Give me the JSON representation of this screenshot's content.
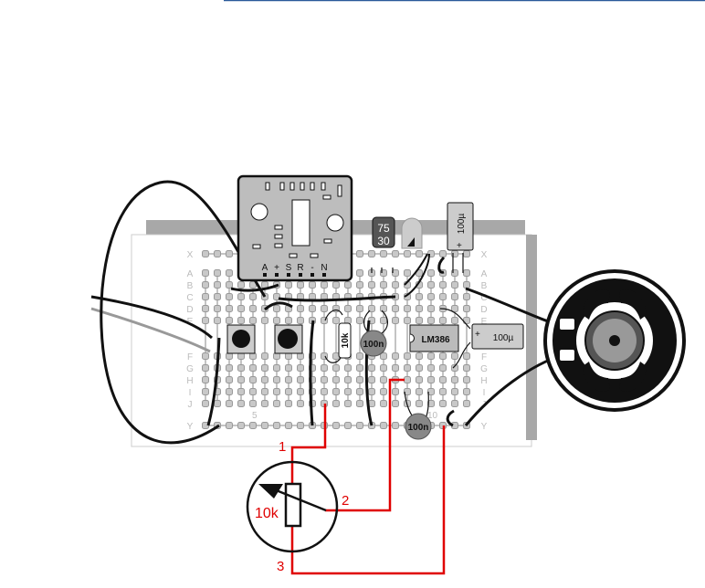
{
  "board": {
    "row_labels": [
      "X",
      "A",
      "B",
      "C",
      "D",
      "E",
      "F",
      "G",
      "H",
      "I",
      "J",
      "Y"
    ],
    "column_numbers": [
      "5",
      "10"
    ]
  },
  "module": {
    "pin_labels": [
      "A",
      "+",
      "S",
      "R",
      "-",
      "N"
    ]
  },
  "regulator": {
    "line1": "75",
    "line2": "30"
  },
  "cap_top": {
    "label": "100µ",
    "polarity": "+"
  },
  "cap_right": {
    "label": "100µ",
    "polarity": "+"
  },
  "resistor": {
    "label": "10k"
  },
  "ceramic_cap_1": {
    "label": "100n"
  },
  "ceramic_cap_2": {
    "label": "100n"
  },
  "amplifier_ic": {
    "label": "LM386"
  },
  "potentiometer": {
    "value": "10k",
    "pin1": "1",
    "pin2": "2",
    "pin3": "3"
  },
  "colors": {
    "wire": "#111111",
    "pot_wire": "#e00000",
    "board": "#ffffff",
    "component": "#b4b4b4"
  }
}
